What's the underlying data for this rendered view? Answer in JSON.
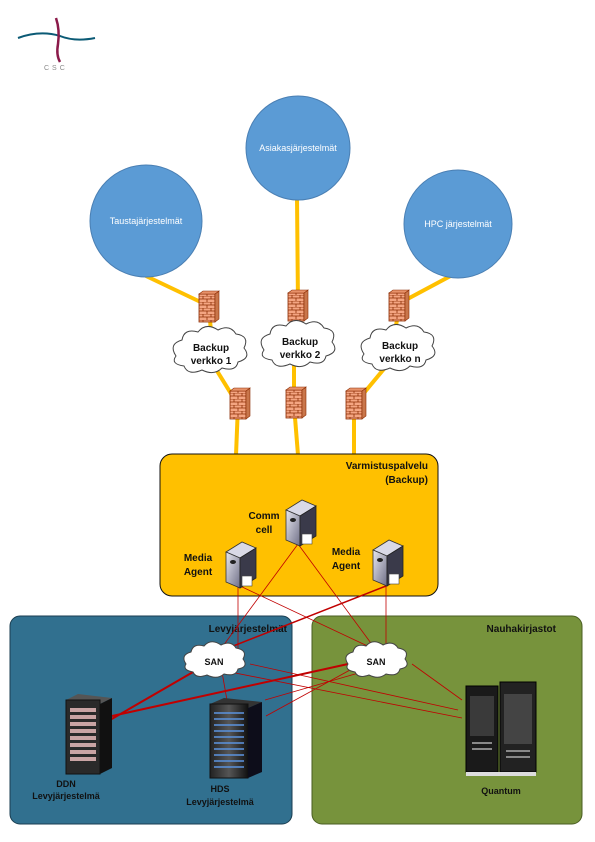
{
  "logo": {
    "text": "CSC"
  },
  "systems": [
    {
      "label": "Taustajärjestelmät"
    },
    {
      "label": "Asiakasjärjestelmät"
    },
    {
      "label": "HPC järjestelmät"
    }
  ],
  "networks": [
    {
      "line1": "Backup",
      "line2": "verkko 1"
    },
    {
      "line1": "Backup",
      "line2": "verkko 2"
    },
    {
      "line1": "Backup",
      "line2": "verkko n"
    }
  ],
  "backup_service": {
    "title": "Varmistuspalvelu",
    "subtitle": "(Backup)"
  },
  "servers": {
    "commcell": {
      "line1": "Comm",
      "line2": "cell"
    },
    "media_agent_left": {
      "line1": "Media",
      "line2": "Agent"
    },
    "media_agent_right": {
      "line1": "Media",
      "line2": "Agent"
    }
  },
  "disk_systems": {
    "title": "Levyjärjestelmät",
    "ddn": {
      "line1": "DDN",
      "line2": "Levyjärjestelmä"
    },
    "hds": {
      "line1": "HDS",
      "line2": "Levyjärjestelmä"
    }
  },
  "tape_libraries": {
    "title": "Nauhakirjastot",
    "quantum": "Quantum"
  },
  "san": {
    "left": "SAN",
    "right": "SAN"
  },
  "colors": {
    "system_circle": "#5b9bd5",
    "yellow_link": "#ffc000",
    "backup_box": "#ffc000",
    "disk_box": "#31708f",
    "tape_box": "#77933c",
    "san_link": "#c00000"
  }
}
